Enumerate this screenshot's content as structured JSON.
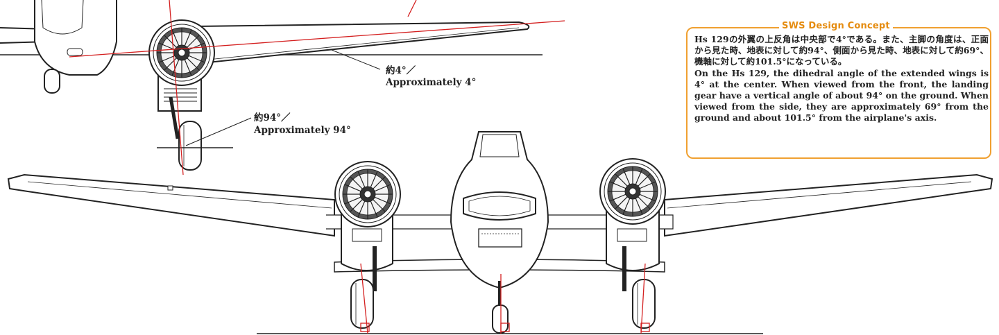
{
  "labels": {
    "dihedral_ja": "約4°／",
    "dihedral_en": "Approximately 4°",
    "gear_ja": "約94°／",
    "gear_en": "Approximately 94°"
  },
  "concept": {
    "title": "SWS Design Concept",
    "text_ja": "Hs 129の外翼の上反角は中央部で4°である。また、主脚の角度は、正面から見た時、地表に対して約94°、側面から見た時、地表に対して約69°、機軸に対して約101.5°になっている。",
    "text_en": "On the Hs 129, the dihedral angle of the extended wings is 4° at the center. When viewed from the front, the landing gear have a vertical angle of about 94° on the ground. When viewed from the side, they are approximately 69° from the ground and about 101.5° from the airplane's axis."
  },
  "colors": {
    "accent": "#f0a030",
    "title": "#e58c10",
    "guide_line": "#d42020",
    "line_art": "#222222"
  }
}
